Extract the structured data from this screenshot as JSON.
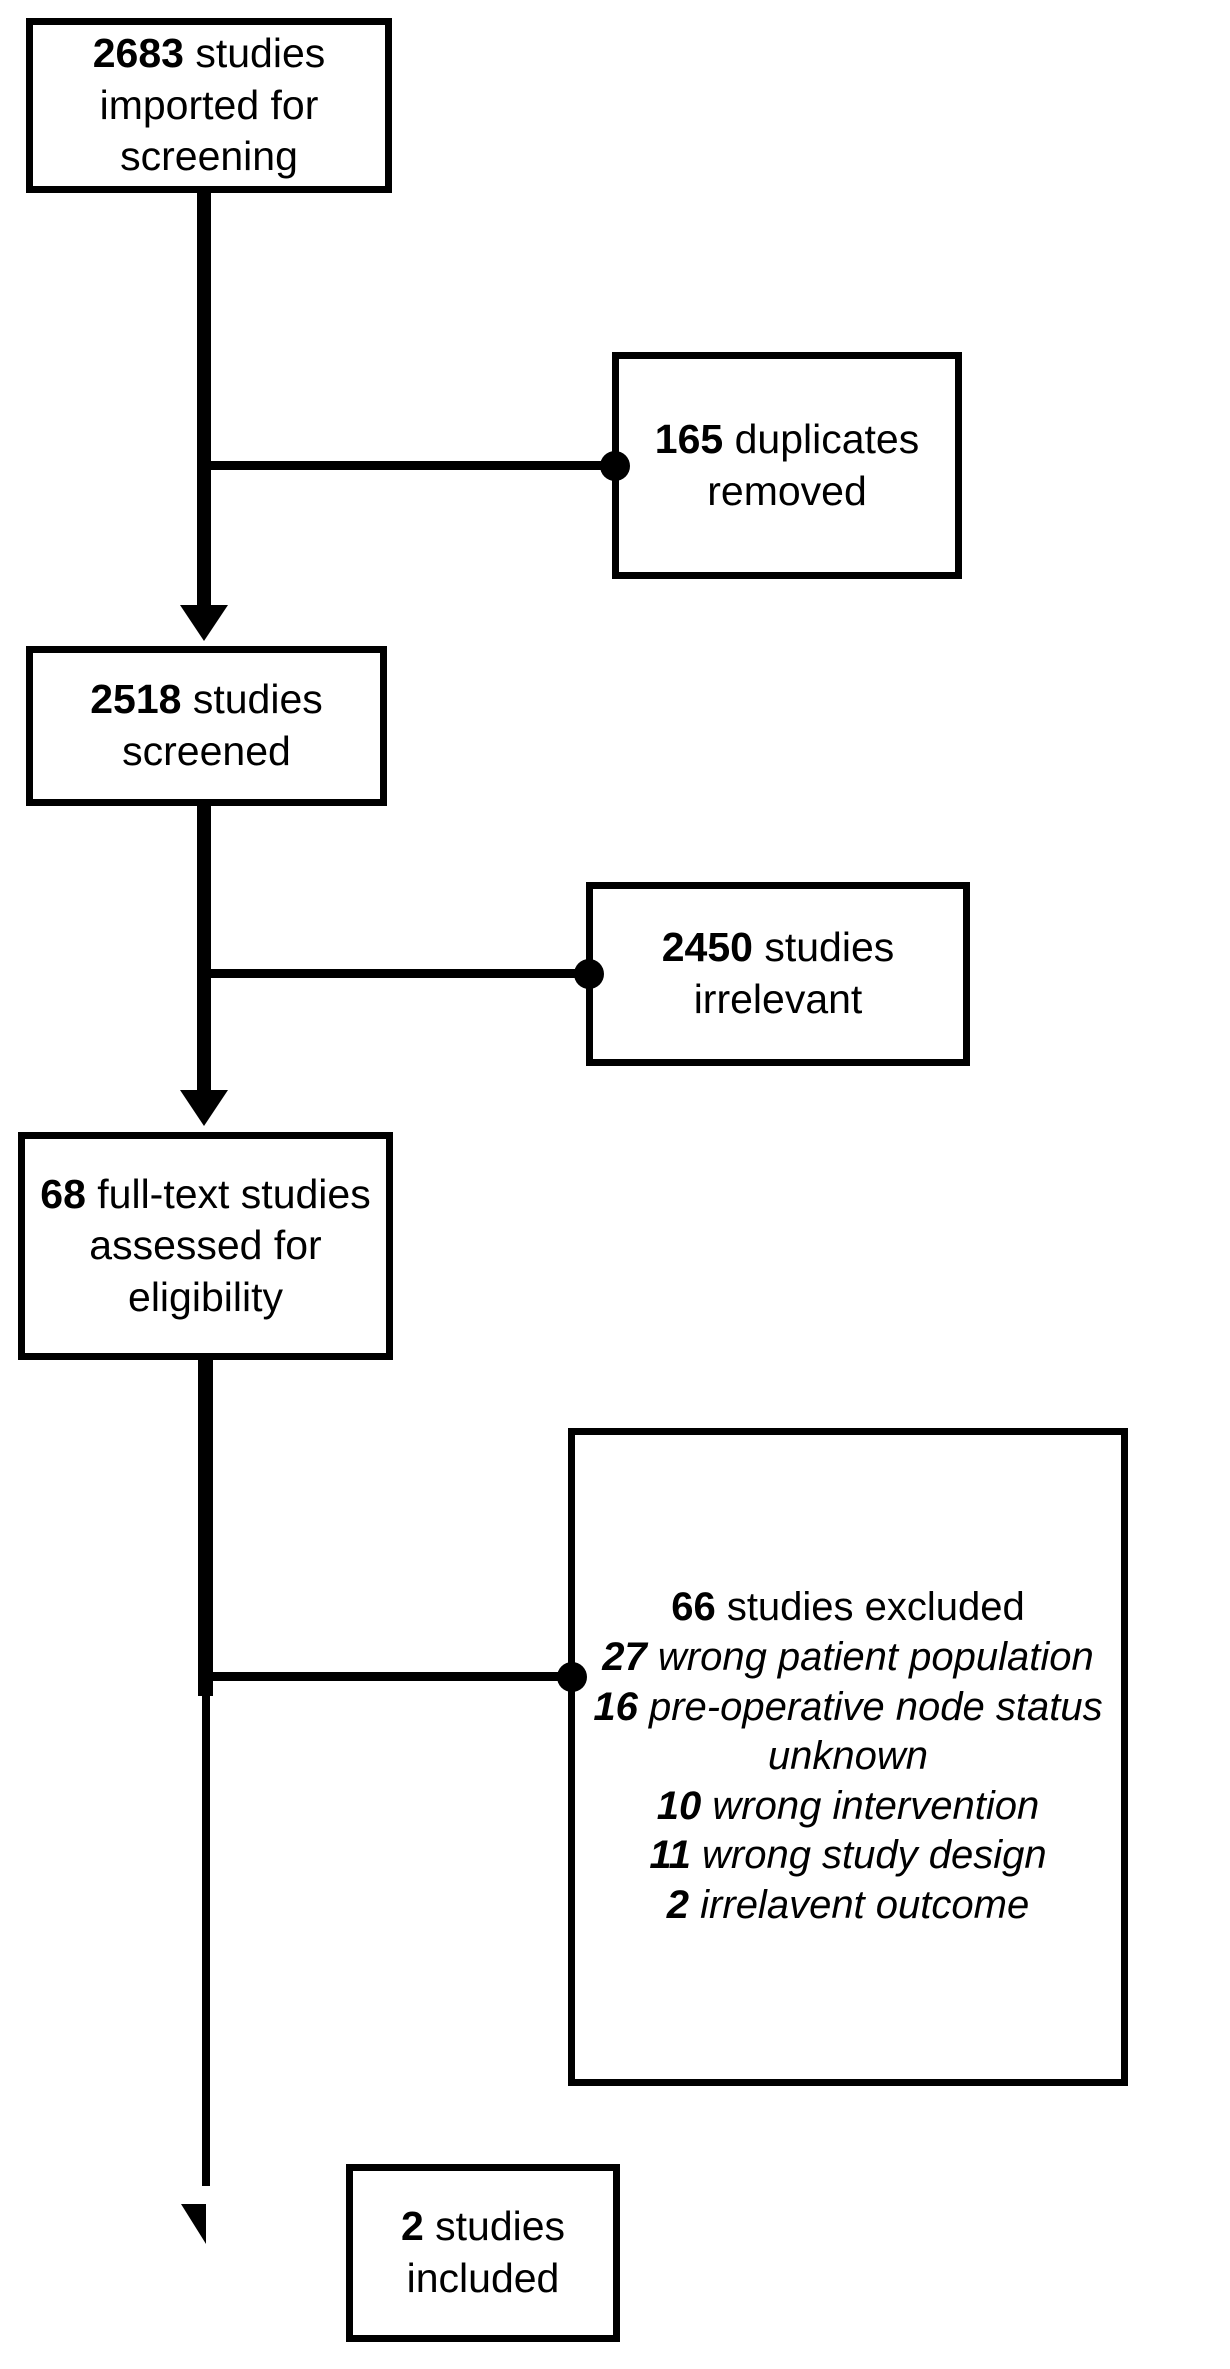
{
  "diagram": {
    "title": "PRISMA study selection flow diagram",
    "type": "prisma-flow",
    "colors": {
      "line": "#000000",
      "box_border": "#000000",
      "background": "#ffffff",
      "text": "#000000"
    },
    "nodes": {
      "imported": {
        "count": "2683",
        "rest": " studies imported for screening",
        "full_text": "2683 studies imported for screening"
      },
      "duplicates": {
        "count": "165",
        "rest": " duplicates removed",
        "full_text": "165 duplicates removed"
      },
      "screened": {
        "count": "2518",
        "rest": " studies screened",
        "full_text": "2518 studies screened"
      },
      "irrelevant": {
        "count": "2450",
        "rest": " studies irrelevant",
        "full_text": "2450 studies irrelevant"
      },
      "fulltext": {
        "count": "68",
        "rest": " full-text studies assessed for eligibility",
        "full_text": "68 full-text studies assessed for eligibility"
      },
      "excluded": {
        "header_count": "66",
        "header_rest": " studies excluded",
        "header_full": "66 studies excluded",
        "reasons": [
          {
            "count": "27",
            "label": " wrong patient population"
          },
          {
            "count": "16",
            "label": " pre-operative node status unknown"
          },
          {
            "count": "10",
            "label": " wrong intervention"
          },
          {
            "count": "11",
            "label": " wrong study design"
          },
          {
            "count": "2",
            "label": " irrelavent outcome"
          }
        ]
      },
      "included": {
        "count": "2",
        "rest": " studies included",
        "full_text": "2 studies included"
      }
    },
    "connectors": [
      {
        "from": "imported",
        "to": "screened",
        "kind": "arrow-down"
      },
      {
        "from": "imported",
        "to": "duplicates",
        "kind": "branch-right-ball"
      },
      {
        "from": "screened",
        "to": "fulltext",
        "kind": "arrow-down"
      },
      {
        "from": "screened",
        "to": "irrelevant",
        "kind": "branch-right-ball"
      },
      {
        "from": "fulltext",
        "to": "excluded",
        "kind": "branch-right-ball"
      },
      {
        "from": "fulltext",
        "to": "included",
        "kind": "arrow-down"
      }
    ]
  }
}
